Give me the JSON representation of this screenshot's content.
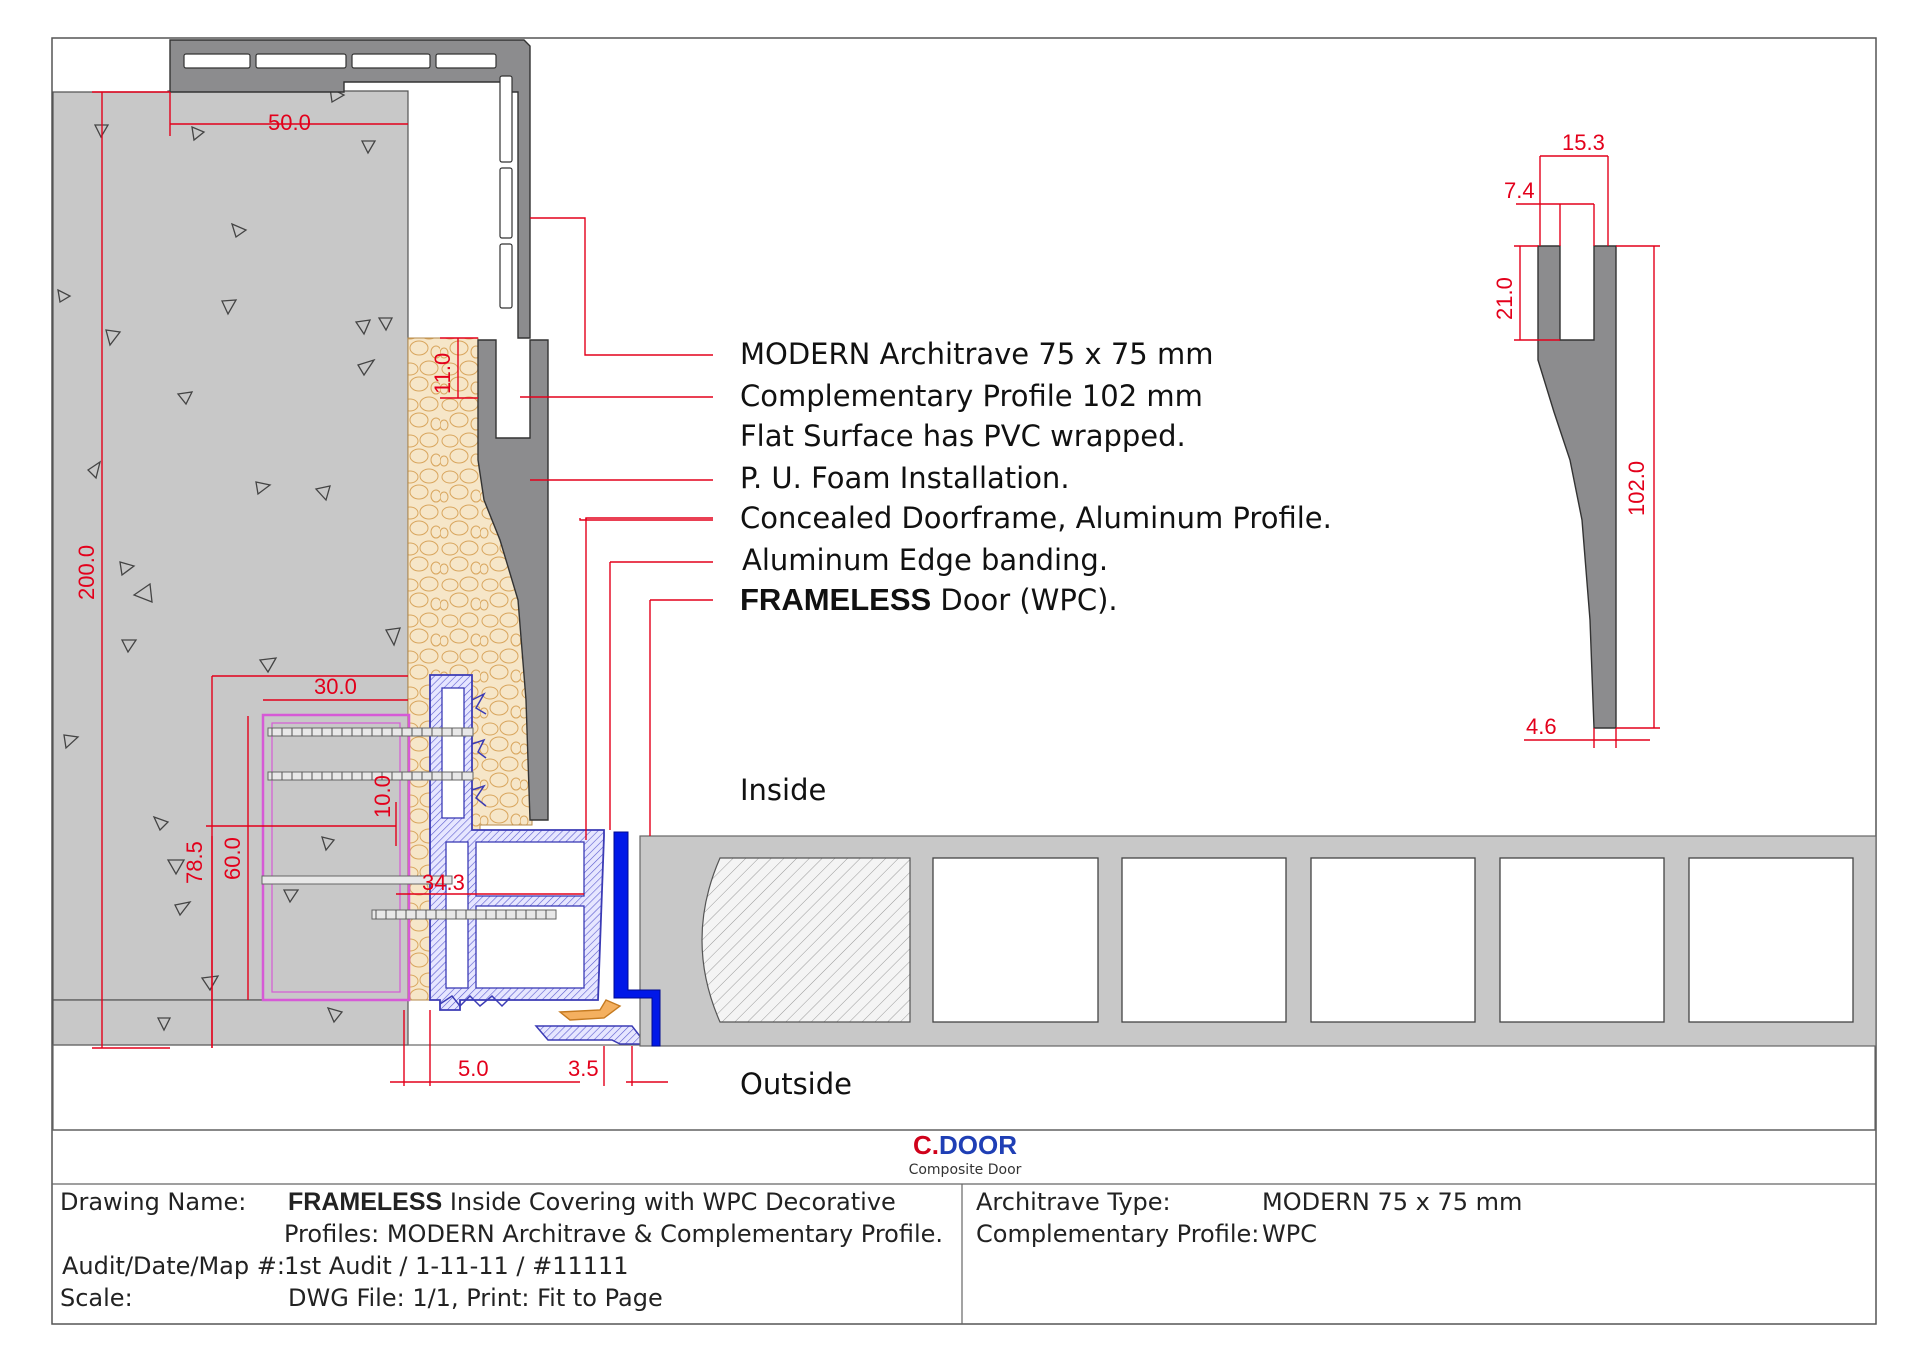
{
  "dimensions": {
    "wall_width": "50.0",
    "wall_height": "200.0",
    "architrave_gap": "11.0",
    "frame_width": "30.0",
    "frame_screw_gap": "10.0",
    "frame_height_a": "78.5",
    "frame_height_b": "60.0",
    "frame_depth": "34.3",
    "offset_a": "5.0",
    "offset_b": "3.5",
    "profile_top": "15.3",
    "profile_slot": "7.4",
    "profile_slot_depth": "21.0",
    "profile_length": "102.0",
    "profile_base": "4.6"
  },
  "notes": {
    "line1": "MODERN Architrave 75 x 75 mm",
    "line2": "Complementary Profile 102 mm",
    "line3": "Flat Surface has PVC wrapped.",
    "line4": "P. U. Foam Installation.",
    "line5": "Concealed Doorframe, Aluminum Profile.",
    "line6": "Aluminum Edge banding.",
    "line7_bold": "FRAMELESS",
    "line7_rest": " Door (WPC)."
  },
  "labels": {
    "inside": "Inside",
    "outside": "Outside"
  },
  "brand": {
    "prefix": "C.",
    "name": "DOOR",
    "tagline": "Composite Door",
    "prefix_color": "#d0021b",
    "name_color": "#1f3fb5"
  },
  "title_block": {
    "drawing_name_label": "Drawing Name:",
    "drawing_name_bold": "FRAMELESS",
    "drawing_name_rest": " Inside Covering with WPC Decorative",
    "drawing_name_line2": "Profiles: MODERN Architrave & Complementary Profile.",
    "audit_label": "Audit/Date/Map #:",
    "audit_value": "1st Audit / 1-11-11 / #11111",
    "scale_label": "Scale:",
    "scale_value": "DWG File: 1/1, Print: Fit to Page",
    "architrave_label": "Architrave Type:",
    "architrave_value": "MODERN 75 x 75 mm",
    "complementary_label": "Complementary Profile:",
    "complementary_value": "WPC"
  },
  "colors": {
    "dimension": "#e3001b",
    "concrete": "#c8c8c8",
    "profile": "#8c8c8e",
    "foam": "#f3e1c2",
    "aluminum_frame": "#5b5bcf",
    "subframe": "#d65ad6",
    "edge_banding": "#0018e8",
    "gasket": "#f0a040"
  }
}
